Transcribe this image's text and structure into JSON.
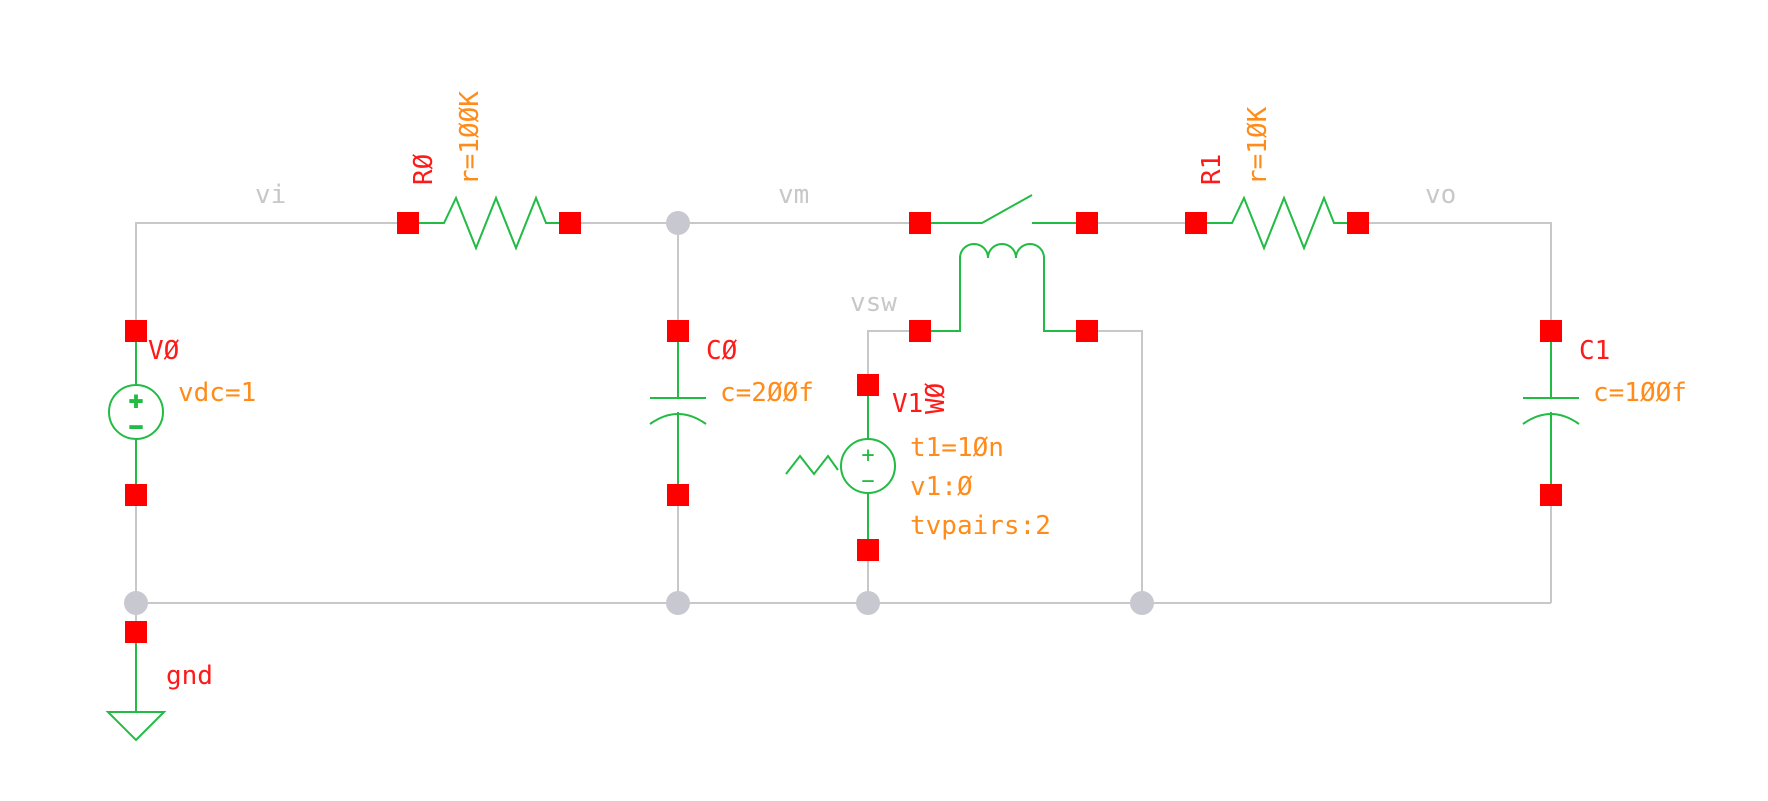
{
  "nets": {
    "vi": "vi",
    "vm": "vm",
    "vo": "vo",
    "vsw": "vsw"
  },
  "components": {
    "r0": {
      "name": "RØ",
      "value": "r=1ØØK"
    },
    "r1": {
      "name": "R1",
      "value": "r=1ØK"
    },
    "v0": {
      "name": "VØ",
      "value": "vdc=1"
    },
    "c0": {
      "name": "CØ",
      "value": "c=2ØØf"
    },
    "c1": {
      "name": "C1",
      "value": "c=1ØØf"
    },
    "v1": {
      "name": "V1",
      "params": [
        "t1=1Øn",
        "v1:Ø",
        "tvpairs:2"
      ]
    },
    "w0": {
      "name": "WØ"
    },
    "gnd": {
      "name": "gnd"
    }
  },
  "colors": {
    "wire": "#c8c8c8",
    "component": "#22bb44",
    "pin": "#ff0000",
    "instance_label": "#ff1a1a",
    "parameter": "#ff8c1a",
    "junction": "#c8c8d0"
  }
}
